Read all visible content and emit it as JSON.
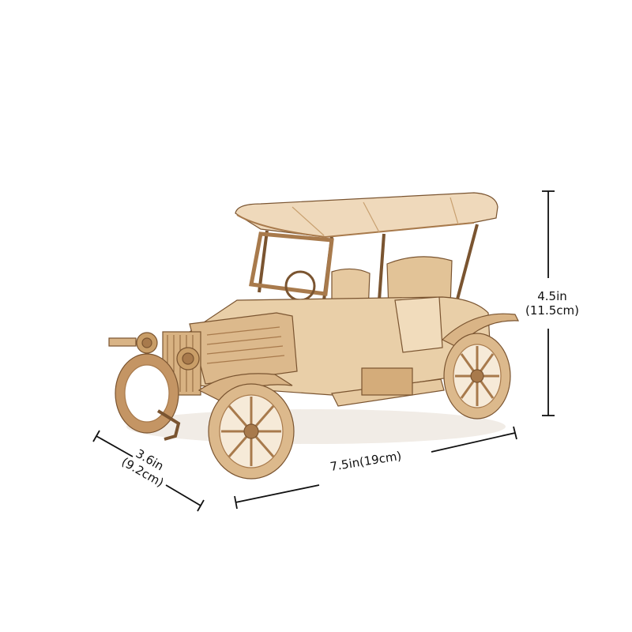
{
  "image": {
    "subject": "wooden-model-vintage-car",
    "colors": {
      "background": "#ffffff",
      "wood_light": "#efd9bb",
      "wood_mid": "#d9b486",
      "wood_dark": "#a87a4c",
      "wood_edge": "#7a5430",
      "dimension_line": "#111111"
    }
  },
  "dimensions": {
    "height": {
      "line1": "4.5in",
      "line2": "(11.5cm)"
    },
    "depth": {
      "line1": "3.6in",
      "line2": "(9.2cm)"
    },
    "width": {
      "text": "7.5in(19cm)"
    }
  }
}
